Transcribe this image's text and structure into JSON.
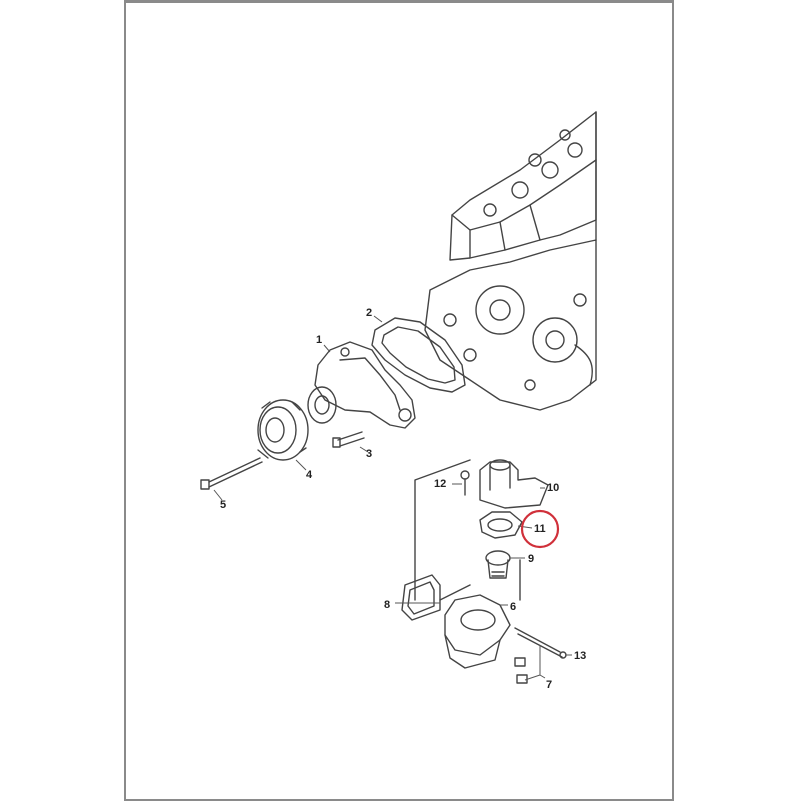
{
  "diagram": {
    "callouts": [
      {
        "id": "1",
        "label": "1"
      },
      {
        "id": "2",
        "label": "2"
      },
      {
        "id": "3",
        "label": "3"
      },
      {
        "id": "4",
        "label": "4"
      },
      {
        "id": "5",
        "label": "5"
      },
      {
        "id": "6",
        "label": "6"
      },
      {
        "id": "7",
        "label": "7"
      },
      {
        "id": "8",
        "label": "8"
      },
      {
        "id": "9",
        "label": "9"
      },
      {
        "id": "10",
        "label": "10"
      },
      {
        "id": "11",
        "label": "11"
      },
      {
        "id": "12",
        "label": "12"
      },
      {
        "id": "13",
        "label": "13"
      }
    ],
    "highlight": {
      "part": "11",
      "color": "#d0303a"
    }
  }
}
